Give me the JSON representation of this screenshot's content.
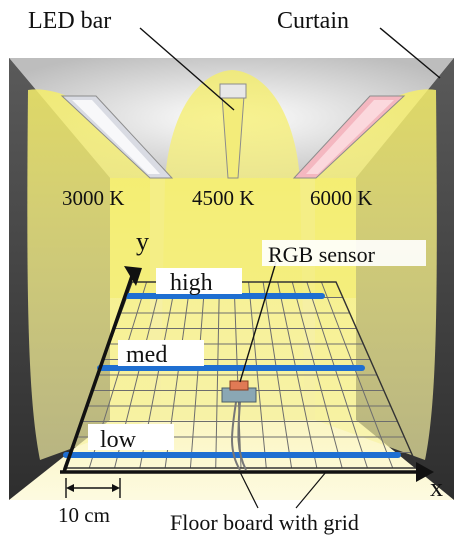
{
  "labels": {
    "led_bar": "LED bar",
    "curtain": "Curtain",
    "cct_left": "3000 K",
    "cct_center": "4500 K",
    "cct_right": "6000 K",
    "axis_y": "y",
    "axis_x": "x",
    "rgb_sensor": "RGB sensor",
    "level_high": "high",
    "level_med": "med",
    "level_low": "low",
    "scale": "10 cm",
    "floor_board": "Floor board with grid"
  },
  "colors": {
    "light_yellow": "#f3ec7a",
    "wall_dark": "#4a4a4a",
    "level_line": "#1f6fd1",
    "sensor_body": "#8aa7b4",
    "sensor_top": "#e07a55",
    "led_pink": "#f4b7c0",
    "led_gray": "#d9dbe3"
  }
}
